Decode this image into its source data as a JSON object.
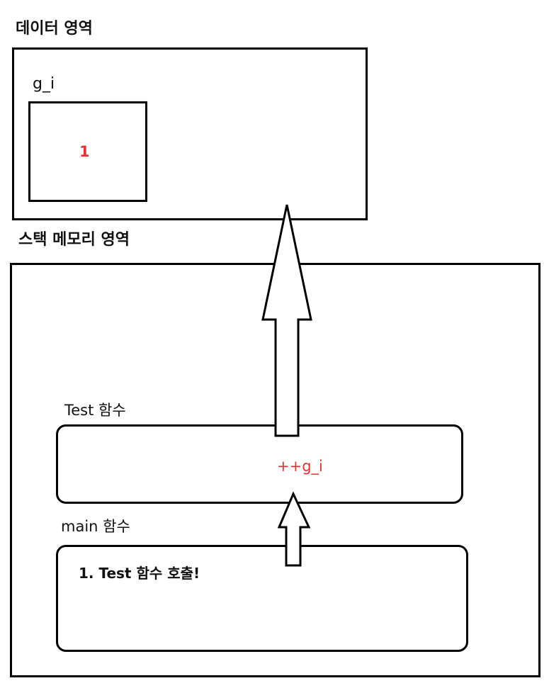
{
  "data_area": {
    "title": "데이터 영역",
    "variable_name": "g_i",
    "variable_value": "1"
  },
  "stack_area": {
    "title": "스택 메모리 영역",
    "test_frame": {
      "label": "Test 함수",
      "statement": "++g_i"
    },
    "main_frame": {
      "label": "main 함수",
      "statement": "1. Test 함수 호출!"
    }
  },
  "colors": {
    "highlight": "#e03535",
    "stroke": "#000000"
  }
}
